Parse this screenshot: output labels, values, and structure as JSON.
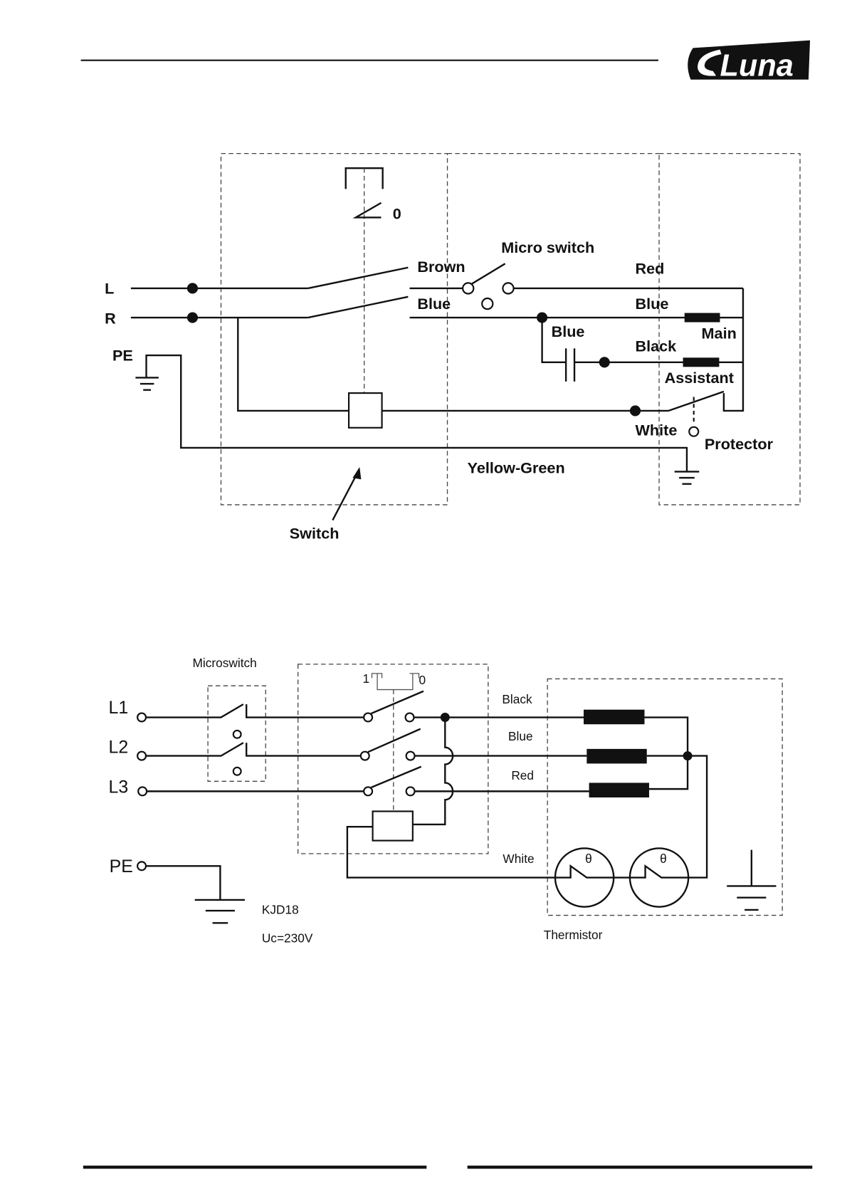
{
  "header": {
    "logo_text": "Luna"
  },
  "diagram_single_phase": {
    "labels": {
      "L": "L",
      "R": "R",
      "PE": "PE",
      "brown": "Brown",
      "micro_switch": "Micro switch",
      "blue_switch": "Blue",
      "red": "Red",
      "blue_main": "Blue",
      "blue_cap": "Blue",
      "main": "Main",
      "black": "Black",
      "assistant": "Assistant",
      "white": "White",
      "protector": "Protector",
      "yellow_green": "Yellow-Green",
      "switch": "Switch",
      "off_symbol": "0"
    }
  },
  "diagram_three_phase": {
    "labels": {
      "microswitch": "Microswitch",
      "L1": "L1",
      "L2": "L2",
      "L3": "L3",
      "PE": "PE",
      "pos_1": "1",
      "pos_0": "0",
      "black": "Black",
      "blue": "Blue",
      "red": "Red",
      "white": "White",
      "model": "KJD18",
      "voltage": "Uc=230V",
      "thermistor": "Thermistor",
      "theta1": "θ",
      "theta2": "θ"
    }
  }
}
